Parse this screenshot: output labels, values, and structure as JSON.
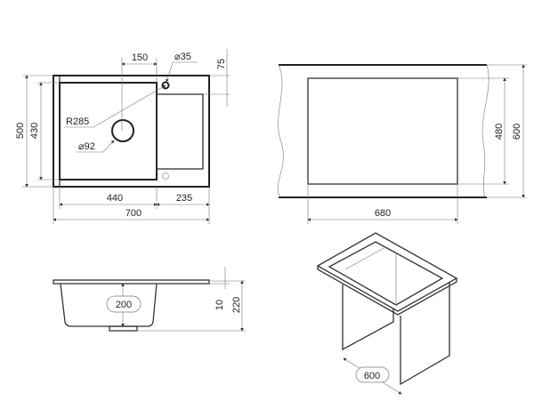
{
  "top_view": {
    "dim_150": "150",
    "dim_d35": "⌀35",
    "dim_75": "75",
    "dim_500": "500",
    "dim_430": "430",
    "dim_r285": "R285",
    "dim_d92": "⌀92",
    "dim_440": "440",
    "dim_235": "235",
    "dim_700": "700"
  },
  "cutout_view": {
    "dim_480": "480",
    "dim_600": "600",
    "dim_680": "680"
  },
  "side_view": {
    "dim_200": "200",
    "dim_10": "10",
    "dim_220": "220"
  },
  "iso_view": {
    "dim_600": "600"
  },
  "colors": {
    "line": "#222222",
    "dim_line": "#777777"
  }
}
